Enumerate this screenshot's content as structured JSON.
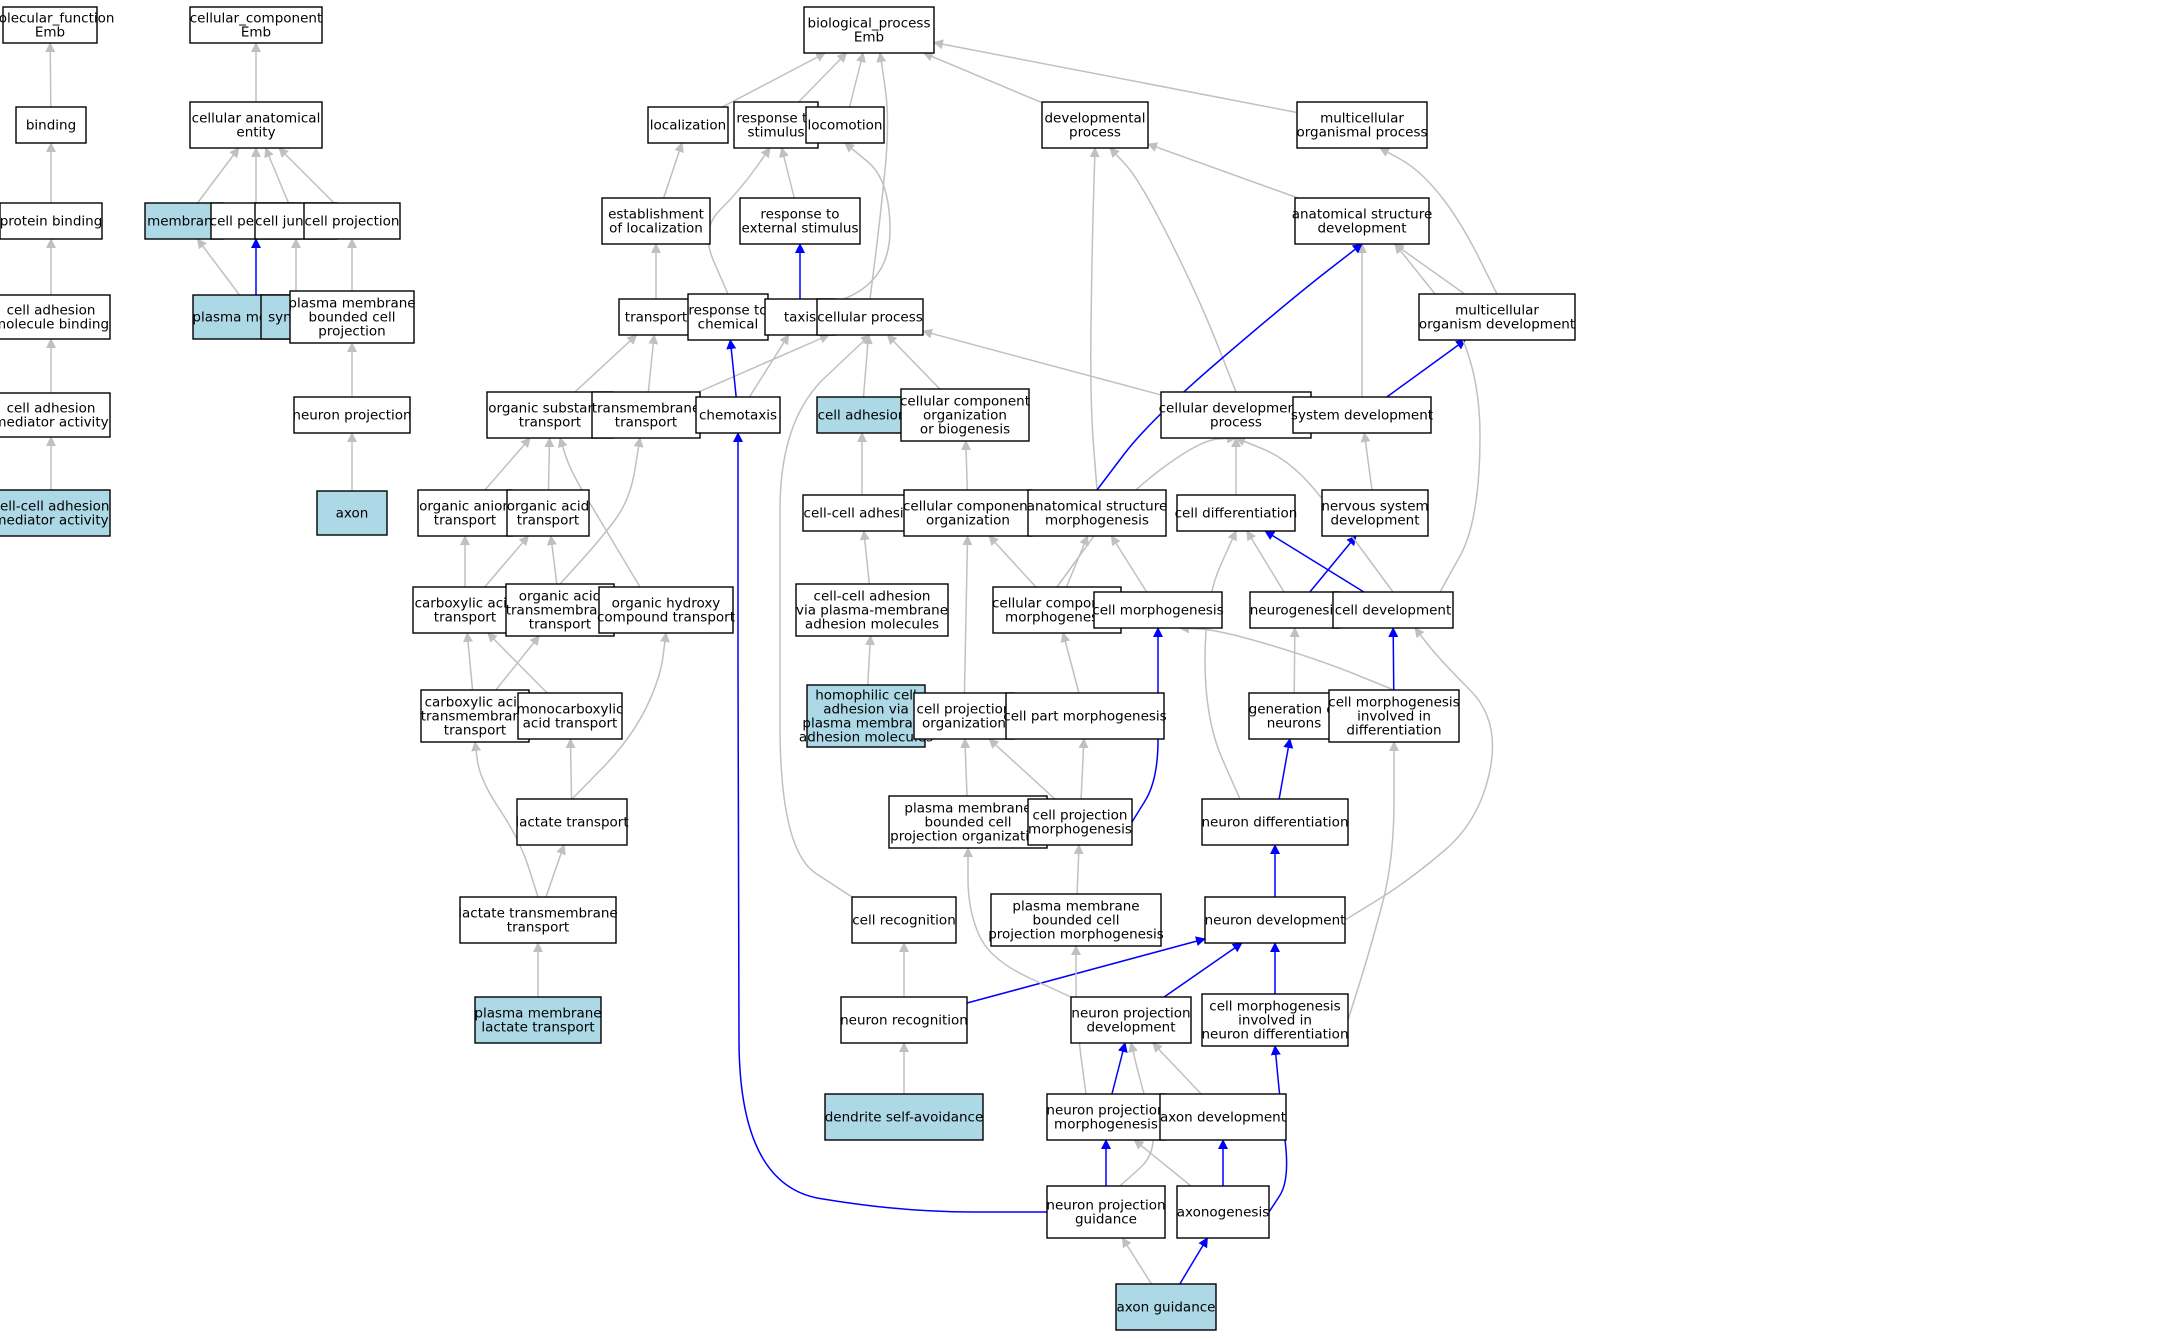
{
  "colors": {
    "highlight_fill": "#add8e6",
    "default_fill": "#ffffff",
    "grey_edge": "#c0c0c0",
    "blue_edge": "#0000ff"
  },
  "nodes": {
    "mf": {
      "label": "molecular_function\nEmb"
    },
    "binding": {
      "label": "binding"
    },
    "protbind": {
      "label": "protein binding"
    },
    "cambind": {
      "label": "cell adhesion\nmolecule binding"
    },
    "camed": {
      "label": "cell adhesion\nmediator activity"
    },
    "ccamed": {
      "label": "cell-cell adhesion\nmediator activity",
      "highlight": true
    },
    "cc": {
      "label": "cellular_component\nEmb"
    },
    "cae": {
      "label": "cellular anatomical\nentity"
    },
    "membrane": {
      "label": "membrane",
      "highlight": true
    },
    "cellper": {
      "label": "cell periphery"
    },
    "celljunc": {
      "label": "cell junction"
    },
    "cellproj": {
      "label": "cell projection"
    },
    "pm": {
      "label": "plasma membrane",
      "highlight": true
    },
    "synapse": {
      "label": "synapse",
      "highlight": true
    },
    "pmbcp": {
      "label": "plasma membrane\nbounded cell\nprojection"
    },
    "neuproj": {
      "label": "neuron projection"
    },
    "axon": {
      "label": "axon",
      "highlight": true
    },
    "bp": {
      "label": "biological_process\nEmb"
    },
    "local": {
      "label": "localization"
    },
    "respstim": {
      "label": "response to\nstimulus"
    },
    "locom": {
      "label": "locomotion"
    },
    "devproc": {
      "label": "developmental\nprocess"
    },
    "mop": {
      "label": "multicellular\norganismal process"
    },
    "estloc": {
      "label": "establishment\nof localization"
    },
    "respext": {
      "label": "response to\nexternal stimulus"
    },
    "asdev": {
      "label": "anatomical structure\ndevelopment"
    },
    "transport": {
      "label": "transport"
    },
    "respchem": {
      "label": "response to\nchemical"
    },
    "taxis": {
      "label": "taxis"
    },
    "cellproc": {
      "label": "cellular process"
    },
    "mod": {
      "label": "multicellular\norganism development"
    },
    "orgsub": {
      "label": "organic substance\ntransport"
    },
    "tmtrans": {
      "label": "transmembrane\ntransport"
    },
    "chemotaxis": {
      "label": "chemotaxis"
    },
    "celladh": {
      "label": "cell adhesion",
      "highlight": true
    },
    "ccob": {
      "label": "cellular component\norganization\nor biogenesis"
    },
    "celldevproc": {
      "label": "cellular developmental\nprocess"
    },
    "sysdev": {
      "label": "system development"
    },
    "organion": {
      "label": "organic anion\ntransport"
    },
    "orgacid": {
      "label": "organic acid\ntransport"
    },
    "ccadh": {
      "label": "cell-cell adhesion"
    },
    "ccorg": {
      "label": "cellular component\norganization"
    },
    "asmorph": {
      "label": "anatomical structure\nmorphogenesis"
    },
    "celldiff": {
      "label": "cell differentiation"
    },
    "nsdev": {
      "label": "nervous system\ndevelopment"
    },
    "carbacid": {
      "label": "carboxylic acid\ntransport"
    },
    "oatm": {
      "label": "organic acid\ntransmembrane\ntransport"
    },
    "orghydroxy": {
      "label": "organic hydroxy\ncompound transport"
    },
    "ccadhpm": {
      "label": "cell-cell adhesion\nvia plasma-membrane\nadhesion molecules"
    },
    "ccmorph": {
      "label": "cellular component\nmorphogenesis"
    },
    "cellmorph": {
      "label": "cell morphogenesis"
    },
    "neurogen": {
      "label": "neurogenesis"
    },
    "celldev": {
      "label": "cell development"
    },
    "catm": {
      "label": "carboxylic acid\ntransmembrane\ntransport"
    },
    "monocarb": {
      "label": "monocarboxylic\nacid transport"
    },
    "homophil": {
      "label": "homophilic cell\nadhesion via\nplasma membrane\nadhesion molecules",
      "highlight": true
    },
    "cporg": {
      "label": "cell projection\norganization"
    },
    "cpmorph_part": {
      "label": "cell part morphogenesis"
    },
    "genneur": {
      "label": "generation of\nneurons"
    },
    "cmdiff": {
      "label": "cell morphogenesis\ninvolved in\ndifferentiation"
    },
    "lactate": {
      "label": "lactate transport"
    },
    "pmbcporg": {
      "label": "plasma membrane\nbounded cell\nprojection organization"
    },
    "cpmorph": {
      "label": "cell projection\nmorphogenesis"
    },
    "neurdiff": {
      "label": "neuron differentiation"
    },
    "lacttm": {
      "label": "lactate transmembrane\ntransport"
    },
    "cellrec": {
      "label": "cell recognition"
    },
    "pmbcpmorph": {
      "label": "plasma membrane\nbounded cell\nprojection morphogenesis"
    },
    "neurdev": {
      "label": "neuron development"
    },
    "pmlact": {
      "label": "plasma membrane\nlactate transport",
      "highlight": true
    },
    "neurrec": {
      "label": "neuron recognition"
    },
    "npdev": {
      "label": "neuron projection\ndevelopment"
    },
    "cmneurdiff": {
      "label": "cell morphogenesis\ninvolved in\nneuron differentiation"
    },
    "dendrite": {
      "label": "dendrite self-avoidance",
      "highlight": true
    },
    "npmorph": {
      "label": "neuron projection\nmorphogenesis"
    },
    "axondev": {
      "label": "axon development"
    },
    "npguid": {
      "label": "neuron projection\nguidance"
    },
    "axonogen": {
      "label": "axonogenesis"
    },
    "axonguid": {
      "label": "axon guidance",
      "highlight": true
    }
  },
  "edges": [
    [
      "binding",
      "mf",
      "grey"
    ],
    [
      "protbind",
      "binding",
      "grey"
    ],
    [
      "cambind",
      "protbind",
      "grey"
    ],
    [
      "camed",
      "cambind",
      "grey"
    ],
    [
      "ccamed",
      "camed",
      "grey"
    ],
    [
      "cae",
      "cc",
      "grey"
    ],
    [
      "membrane",
      "cae",
      "grey"
    ],
    [
      "cellper",
      "cae",
      "grey"
    ],
    [
      "celljunc",
      "cae",
      "grey"
    ],
    [
      "cellproj",
      "cae",
      "grey"
    ],
    [
      "pm",
      "membrane",
      "grey"
    ],
    [
      "pm",
      "cellper",
      "blue"
    ],
    [
      "synapse",
      "celljunc",
      "grey"
    ],
    [
      "pmbcp",
      "cellproj",
      "grey"
    ],
    [
      "neuproj",
      "pmbcp",
      "grey"
    ],
    [
      "axon",
      "neuproj",
      "grey"
    ],
    [
      "local",
      "bp",
      "grey"
    ],
    [
      "respstim",
      "bp",
      "grey"
    ],
    [
      "locom",
      "bp",
      "grey"
    ],
    [
      "devproc",
      "bp",
      "grey"
    ],
    [
      "mop",
      "bp",
      "grey"
    ],
    [
      "cellproc",
      "bp",
      "grey"
    ],
    [
      "estloc",
      "local",
      "grey"
    ],
    [
      "transport",
      "estloc",
      "grey"
    ],
    [
      "respext",
      "respstim",
      "grey"
    ],
    [
      "respchem",
      "respstim",
      "grey"
    ],
    [
      "taxis",
      "respext",
      "blue"
    ],
    [
      "taxis",
      "locom",
      "grey"
    ],
    [
      "asdev",
      "devproc",
      "grey"
    ],
    [
      "mod",
      "asdev",
      "grey"
    ],
    [
      "mod",
      "mop",
      "grey"
    ],
    [
      "orgsub",
      "transport",
      "grey"
    ],
    [
      "tmtrans",
      "transport",
      "grey"
    ],
    [
      "tmtrans",
      "cellproc",
      "grey"
    ],
    [
      "chemotaxis",
      "respchem",
      "blue"
    ],
    [
      "chemotaxis",
      "taxis",
      "grey"
    ],
    [
      "celladh",
      "cellproc",
      "grey"
    ],
    [
      "ccob",
      "cellproc",
      "grey"
    ],
    [
      "celldevproc",
      "cellproc",
      "grey"
    ],
    [
      "celldevproc",
      "devproc",
      "grey"
    ],
    [
      "sysdev",
      "asdev",
      "grey"
    ],
    [
      "sysdev",
      "mod",
      "blue"
    ],
    [
      "organion",
      "orgsub",
      "grey"
    ],
    [
      "orgacid",
      "orgsub",
      "grey"
    ],
    [
      "ccadh",
      "celladh",
      "grey"
    ],
    [
      "ccorg",
      "ccob",
      "grey"
    ],
    [
      "asmorph",
      "devproc",
      "grey"
    ],
    [
      "asmorph",
      "asdev",
      "blue"
    ],
    [
      "celldiff",
      "celldevproc",
      "grey"
    ],
    [
      "nsdev",
      "sysdev",
      "grey"
    ],
    [
      "carbacid",
      "organion",
      "grey"
    ],
    [
      "carbacid",
      "orgacid",
      "grey"
    ],
    [
      "oatm",
      "orgacid",
      "grey"
    ],
    [
      "oatm",
      "tmtrans",
      "grey"
    ],
    [
      "orghydroxy",
      "orgsub",
      "grey"
    ],
    [
      "ccadhpm",
      "ccadh",
      "grey"
    ],
    [
      "ccmorph",
      "ccorg",
      "grey"
    ],
    [
      "ccmorph",
      "asmorph",
      "grey"
    ],
    [
      "ccmorph",
      "celldevproc",
      "grey"
    ],
    [
      "cellmorph",
      "asmorph",
      "grey"
    ],
    [
      "neurogen",
      "celldiff",
      "grey"
    ],
    [
      "neurogen",
      "nsdev",
      "blue"
    ],
    [
      "celldev",
      "celldiff",
      "blue"
    ],
    [
      "celldev",
      "celldevproc",
      "grey"
    ],
    [
      "celldev",
      "asdev",
      "grey"
    ],
    [
      "catm",
      "carbacid",
      "grey"
    ],
    [
      "catm",
      "oatm",
      "grey"
    ],
    [
      "monocarb",
      "carbacid",
      "grey"
    ],
    [
      "homophil",
      "ccadhpm",
      "grey"
    ],
    [
      "cporg",
      "ccorg",
      "grey"
    ],
    [
      "cpmorph_part",
      "ccmorph",
      "grey"
    ],
    [
      "genneur",
      "neurogen",
      "grey"
    ],
    [
      "cmdiff",
      "cellmorph",
      "grey"
    ],
    [
      "cmdiff",
      "celldev",
      "blue"
    ],
    [
      "lactate",
      "monocarb",
      "grey"
    ],
    [
      "lactate",
      "orghydroxy",
      "grey"
    ],
    [
      "pmbcporg",
      "cporg",
      "grey"
    ],
    [
      "cpmorph",
      "cporg",
      "grey"
    ],
    [
      "cpmorph",
      "cpmorph_part",
      "grey"
    ],
    [
      "cpmorph",
      "cellmorph",
      "blue"
    ],
    [
      "neurdiff",
      "genneur",
      "blue"
    ],
    [
      "neurdiff",
      "celldiff",
      "grey"
    ],
    [
      "lacttm",
      "catm",
      "grey"
    ],
    [
      "lacttm",
      "lactate",
      "grey"
    ],
    [
      "cellrec",
      "cellproc",
      "grey"
    ],
    [
      "pmbcpmorph",
      "cpmorph",
      "grey"
    ],
    [
      "neurdev",
      "neurdiff",
      "blue"
    ],
    [
      "neurdev",
      "celldev",
      "grey"
    ],
    [
      "pmlact",
      "lacttm",
      "grey"
    ],
    [
      "neurrec",
      "cellrec",
      "grey"
    ],
    [
      "neurrec",
      "neurdev",
      "blue"
    ],
    [
      "npdev",
      "neurdev",
      "blue"
    ],
    [
      "npdev",
      "pmbcporg",
      "grey"
    ],
    [
      "cmneurdiff",
      "neurdev",
      "blue"
    ],
    [
      "cmneurdiff",
      "cmdiff",
      "grey"
    ],
    [
      "dendrite",
      "neurrec",
      "grey"
    ],
    [
      "npmorph",
      "npdev",
      "blue"
    ],
    [
      "npmorph",
      "pmbcpmorph",
      "grey"
    ],
    [
      "axondev",
      "npdev",
      "grey"
    ],
    [
      "npguid",
      "npmorph",
      "blue"
    ],
    [
      "npguid",
      "npdev",
      "grey"
    ],
    [
      "npguid",
      "chemotaxis",
      "blue"
    ],
    [
      "axonogen",
      "axondev",
      "blue"
    ],
    [
      "axonogen",
      "npmorph",
      "grey"
    ],
    [
      "axonogen",
      "cmneurdiff",
      "blue"
    ],
    [
      "axonguid",
      "axonogen",
      "blue"
    ],
    [
      "axonguid",
      "npguid",
      "grey"
    ]
  ]
}
